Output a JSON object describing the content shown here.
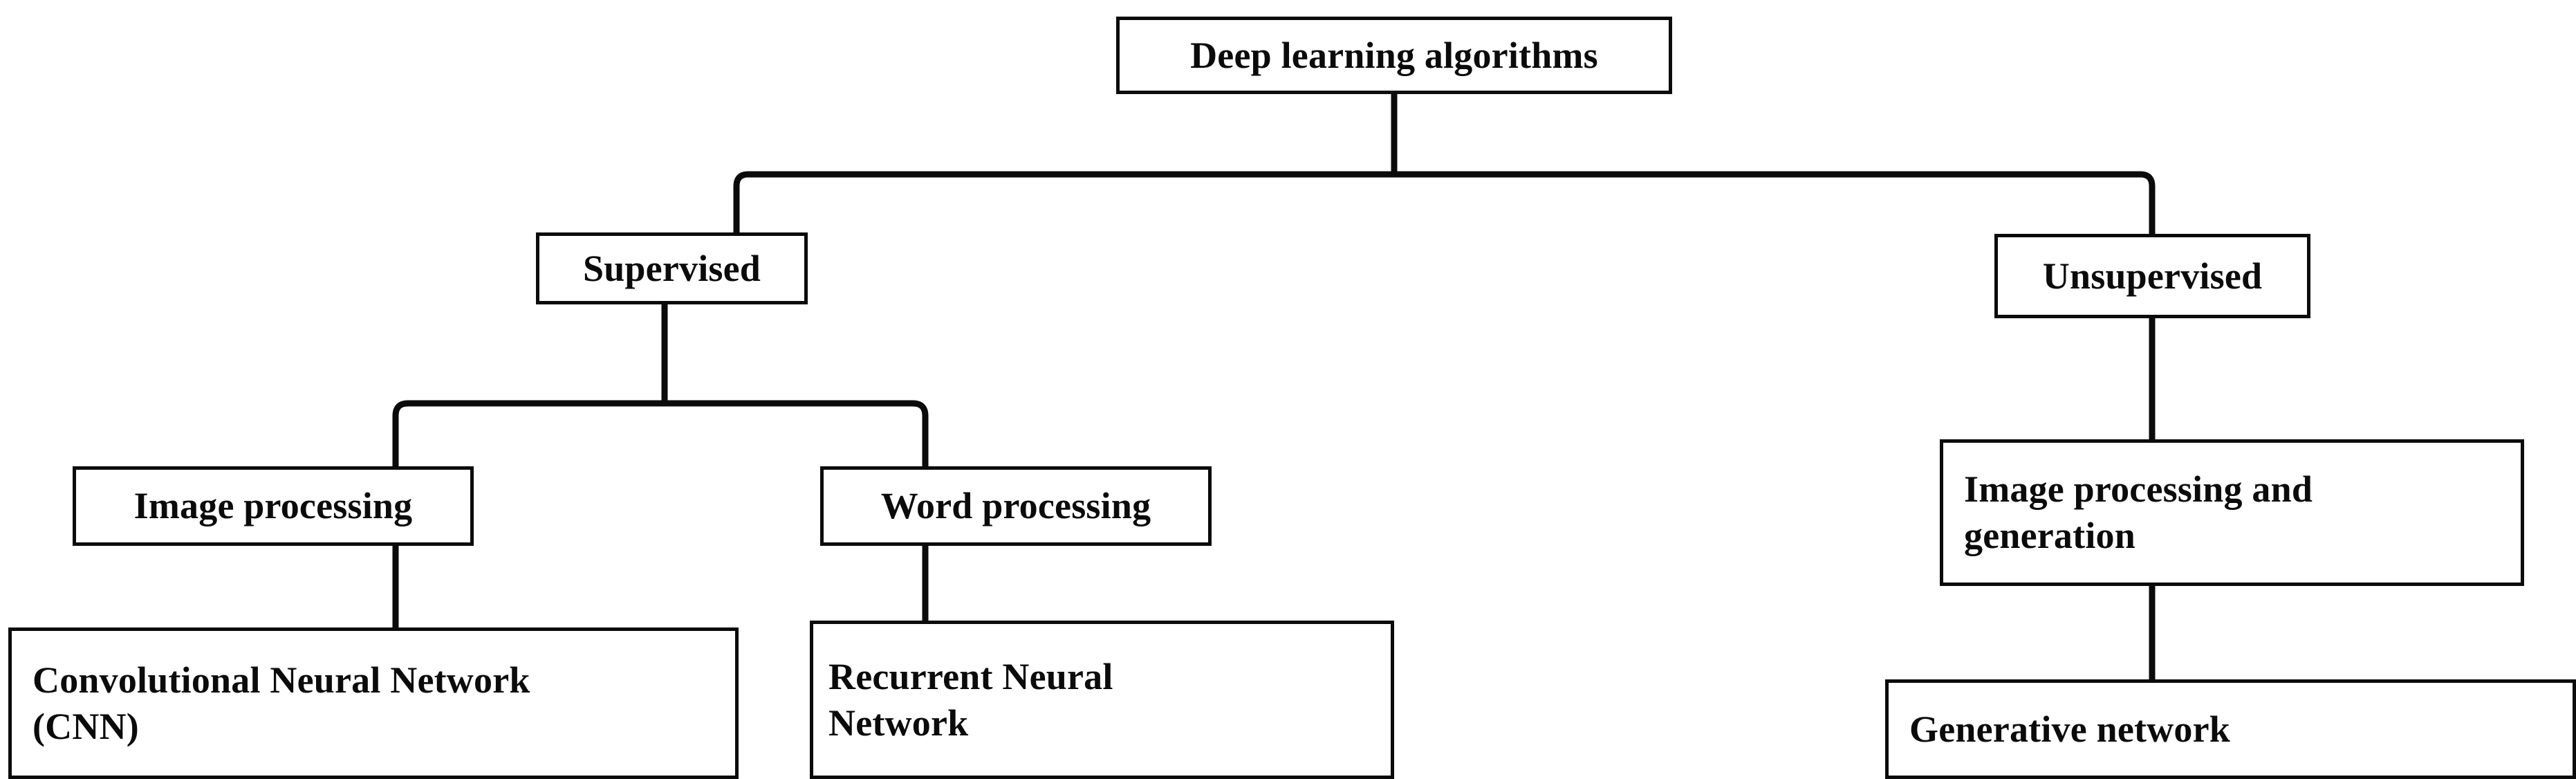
{
  "diagram": {
    "type": "hierarchy-tree",
    "title": "Deep learning algorithms taxonomy",
    "background_color": "#ffffff",
    "line_color": "#0b0b0b",
    "box_fill": "#ffffff",
    "levels": 4,
    "nodes": [
      {
        "id": "root",
        "label": "Deep learning algorithms",
        "level": 0,
        "align": "center"
      },
      {
        "id": "supervised",
        "label": "Supervised",
        "level": 1,
        "align": "center",
        "parent": "root"
      },
      {
        "id": "unsupervised",
        "label": "Unsupervised",
        "level": 1,
        "align": "center",
        "parent": "root"
      },
      {
        "id": "image-processing",
        "label": "Image processing",
        "level": 2,
        "align": "center",
        "parent": "supervised"
      },
      {
        "id": "word-processing",
        "label": "Word processing",
        "level": 2,
        "align": "center",
        "parent": "supervised"
      },
      {
        "id": "image-processing-generation",
        "label": "Image processing and\ngeneration",
        "level": 2,
        "align": "left",
        "parent": "unsupervised"
      },
      {
        "id": "cnn",
        "label": "Convolutional  Neural Network\n(CNN)",
        "level": 3,
        "align": "left",
        "parent": "image-processing"
      },
      {
        "id": "rnn",
        "label": "Recurrent Neural\nNetwork",
        "level": 3,
        "align": "left",
        "parent": "word-processing"
      },
      {
        "id": "generative-network",
        "label": "Generative network",
        "level": 3,
        "align": "left",
        "parent": "image-processing-generation"
      }
    ],
    "edges": [
      {
        "from": "root",
        "to": "supervised",
        "style": "orthogonal-elbow"
      },
      {
        "from": "root",
        "to": "unsupervised",
        "style": "orthogonal-elbow"
      },
      {
        "from": "supervised",
        "to": "image-processing",
        "style": "orthogonal-elbow"
      },
      {
        "from": "supervised",
        "to": "word-processing",
        "style": "orthogonal-elbow"
      },
      {
        "from": "unsupervised",
        "to": "image-processing-generation",
        "style": "straight"
      },
      {
        "from": "image-processing",
        "to": "cnn",
        "style": "straight"
      },
      {
        "from": "word-processing",
        "to": "rnn",
        "style": "straight"
      },
      {
        "from": "image-processing-generation",
        "to": "generative-network",
        "style": "straight"
      }
    ]
  }
}
